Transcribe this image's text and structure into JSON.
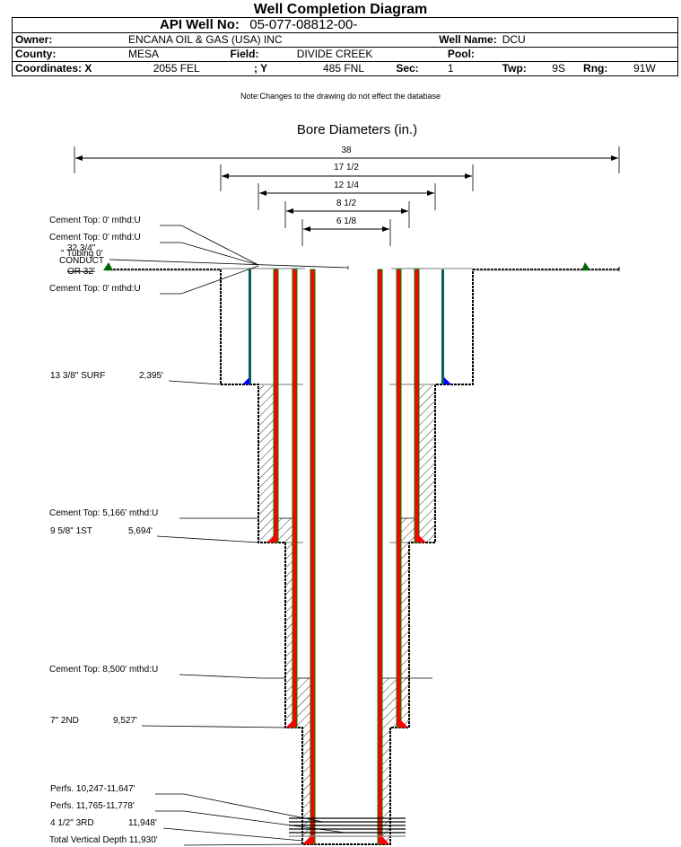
{
  "header": {
    "title": "Well Completion Diagram",
    "api_label": "API Well No:",
    "api_value": "05-077-08812-00-",
    "owner_label": "Owner:",
    "owner_value": "ENCANA OIL & GAS (USA) INC",
    "well_name_label": "Well Name:",
    "well_name_value": "DCU",
    "county_label": "County:",
    "county_value": "MESA",
    "field_label": "Field:",
    "field_value": "DIVIDE CREEK",
    "pool_label": "Pool:",
    "pool_value": "",
    "coord_x_label": "Coordinates: X",
    "coord_x_value": "2055 FEL",
    "coord_y_label": "; Y",
    "coord_y_value": "485 FNL",
    "sec_label": "Sec:",
    "sec_value": "1",
    "twp_label": "Twp:",
    "twp_value": "9S",
    "rng_label": "Rng:",
    "rng_value": "91W",
    "note": "Note:Changes to the drawing do not effect the database"
  },
  "diagram": {
    "bore_title": "Bore Diameters (in.)",
    "bore_diameters": [
      "38",
      "17 1/2",
      "12 1/4",
      "8 1/2",
      "6 1/8"
    ],
    "labels": {
      "cement_top_1": "Cement Top: 0' mthd:U",
      "cement_top_2": "Cement Top: 0' mthd:U",
      "conductor_size": "32 3/4\"",
      "tubing": "\" Tubing 0'",
      "conductor_a": "CONDUCT",
      "conductor_b": "OR  32'",
      "cement_top_3": "Cement Top: 0' mthd:U",
      "surf_casing": "13 3/8\" SURF",
      "surf_depth": "2,395'",
      "cement_top_4": "Cement Top: 5,166' mthd:U",
      "first_casing": "9 5/8\" 1ST",
      "first_depth": "5,694'",
      "cement_top_5": "Cement Top: 8,500' mthd:U",
      "second_casing": "7\" 2ND",
      "second_depth": "9,527'",
      "perfs_1": "Perfs. 10,247-11,647'",
      "perfs_2": "Perfs. 11,765-11,778'",
      "third_casing": "4 1/2\" 3RD",
      "third_depth": "11,948'",
      "tvd": "Total Vertical Depth 11,930'"
    },
    "colors": {
      "casing_red": "#ff0000",
      "casing_green": "#008000",
      "surface_blue": "#0000ff",
      "cement_hatch": "#000000",
      "tubing_brown": "#a0522d"
    }
  }
}
